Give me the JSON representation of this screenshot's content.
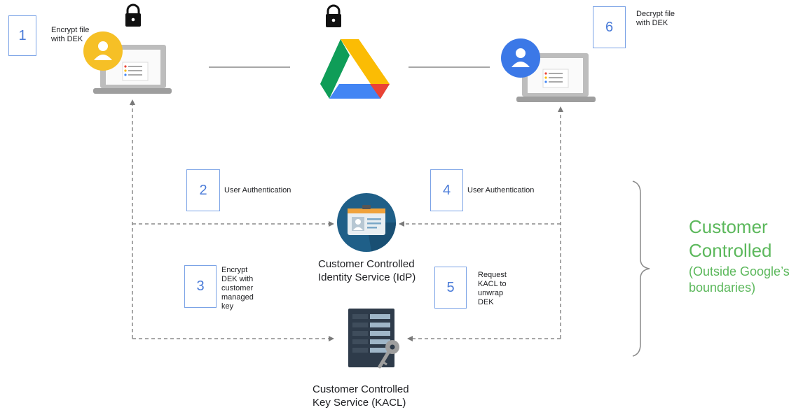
{
  "steps": [
    {
      "number": "1",
      "label": "Encrypt file\nwith DEK"
    },
    {
      "number": "2",
      "label": "User Authentication"
    },
    {
      "number": "3",
      "label": "Encrypt\nDEK with\ncustomer\nmanaged\nkey"
    },
    {
      "number": "4",
      "label": "User Authentication"
    },
    {
      "number": "5",
      "label": "Request\nKACL to\nunwrap\nDEK"
    },
    {
      "number": "6",
      "label": "Decrypt file\nwith DEK"
    }
  ],
  "services": {
    "idp": "Customer Controlled\nIdentity Service (IdP)",
    "kacl": "Customer Controlled\nKey Service (KACL)"
  },
  "boundary": {
    "title": "Customer\nControlled",
    "subtitle": "(Outside Google’s\nboundaries)"
  },
  "icons": {
    "lock": "padlock-icon",
    "sender": "sender-laptop-icon",
    "receiver": "receiver-laptop-icon",
    "drive": "google-drive-logo",
    "idp": "id-badge-icon",
    "kacl": "server-key-icon"
  },
  "colors": {
    "step_border": "#7ba3e6",
    "step_number": "#4a7bd8",
    "boundary_text": "#5cb85c",
    "dashed_arrow": "#8a8a8a",
    "sender_avatar": "#f6c026",
    "receiver_avatar": "#3b78e7"
  }
}
